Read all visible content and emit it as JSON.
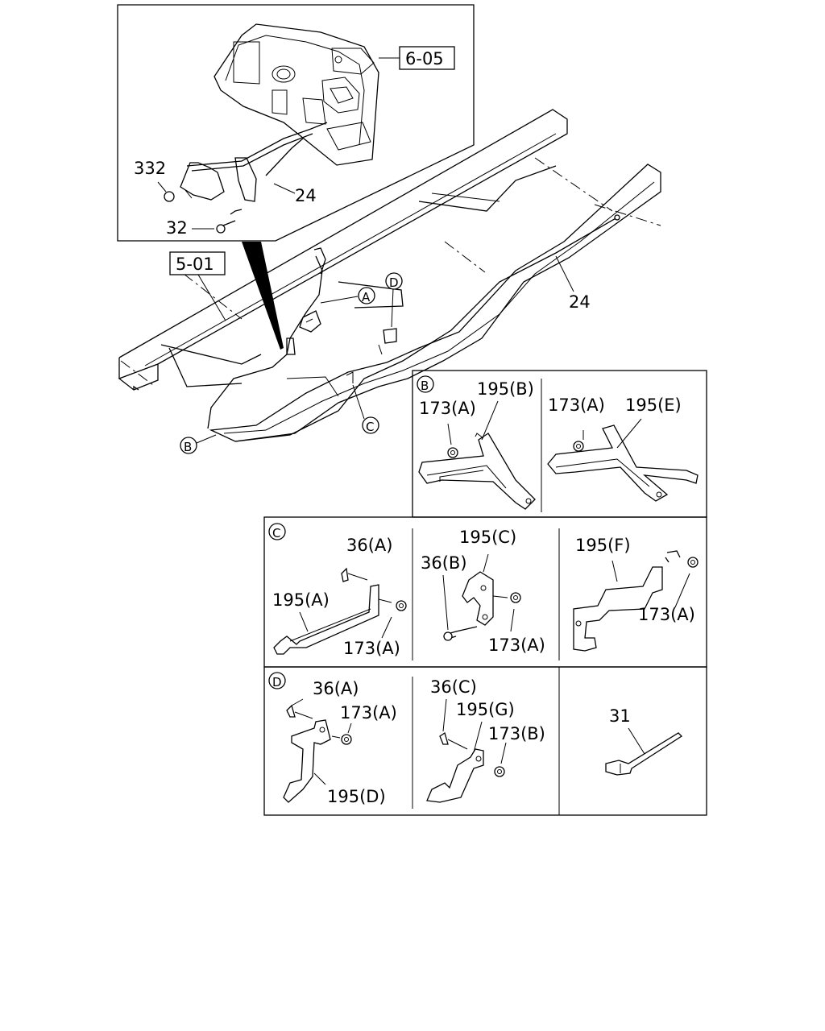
{
  "refs": {
    "ref_605": "6-05",
    "ref_501": "5-01"
  },
  "inset": {
    "label_332": "332",
    "label_24": "24",
    "label_32": "32"
  },
  "main": {
    "label_24": "24",
    "callout_a": "A",
    "callout_b": "B",
    "callout_c": "C",
    "callout_d": "D"
  },
  "panel_b": {
    "tag": "B",
    "left": {
      "p173": "173(A)",
      "p195": "195(B)"
    },
    "right": {
      "p173": "173(A)",
      "p195": "195(E)"
    }
  },
  "panel_c": {
    "tag": "C",
    "left": {
      "p36": "36(A)",
      "p195": "195(A)",
      "p173": "173(A)"
    },
    "mid": {
      "p195": "195(C)",
      "p36": "36(B)",
      "p173": "173(A)"
    },
    "right": {
      "p195": "195(F)",
      "p173": "173(A)"
    }
  },
  "panel_d": {
    "tag": "D",
    "left": {
      "p36": "36(A)",
      "p173": "173(A)",
      "p195": "195(D)"
    },
    "mid": {
      "p36": "36(C)",
      "p195": "195(G)",
      "p173": "173(B)"
    },
    "right": {
      "p31": "31"
    }
  }
}
